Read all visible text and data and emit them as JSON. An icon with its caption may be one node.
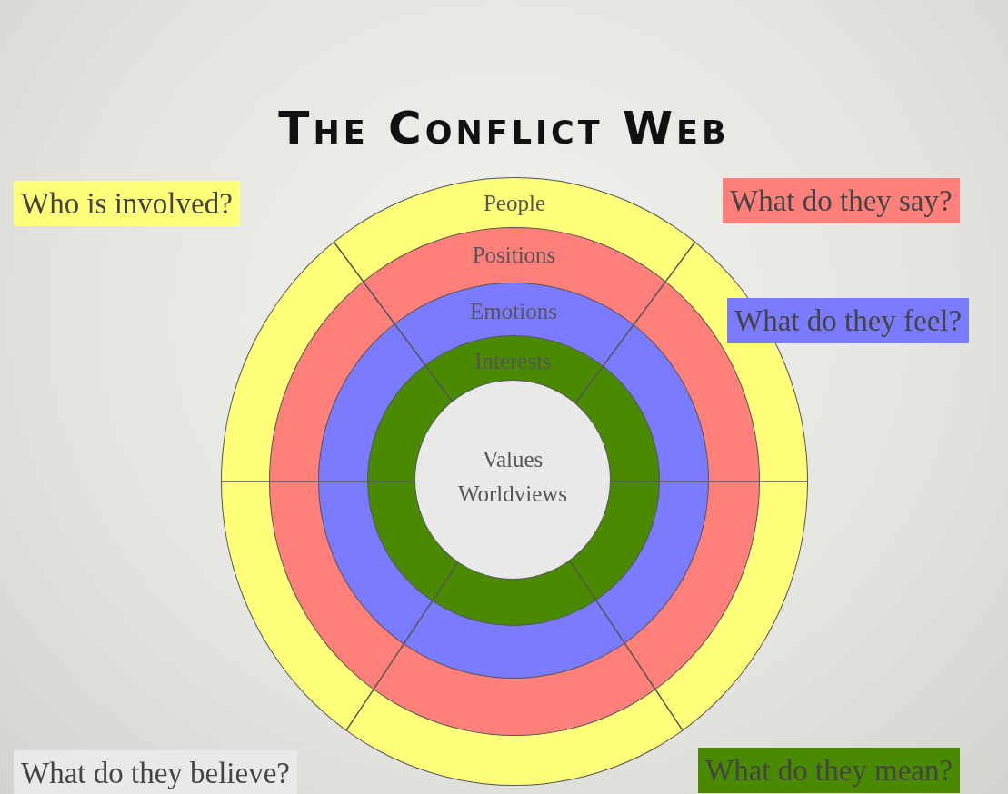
{
  "diagram": {
    "title": "The Conflict Web",
    "nodes": [
      {
        "text": [
          "People"
        ]
      },
      {
        "text": [
          "Positions"
        ],
        "in": 0
      },
      {
        "text": [
          "Emotions"
        ],
        "in": 1
      },
      {
        "text": [
          "Interests"
        ],
        "in": 2
      },
      {
        "text": [
          "Values Worldviews"
        ],
        "in": 3
      },
      {
        "text": [
          "Who is involved?"
        ]
      },
      {
        "text": [
          "What do they say?"
        ]
      },
      {
        "text": [
          "What do they feel?"
        ]
      },
      {
        "text": [
          "What do they believe?"
        ]
      },
      {
        "text": [
          "What do they mean?"
        ]
      }
    ],
    "edges": []
  }
}
